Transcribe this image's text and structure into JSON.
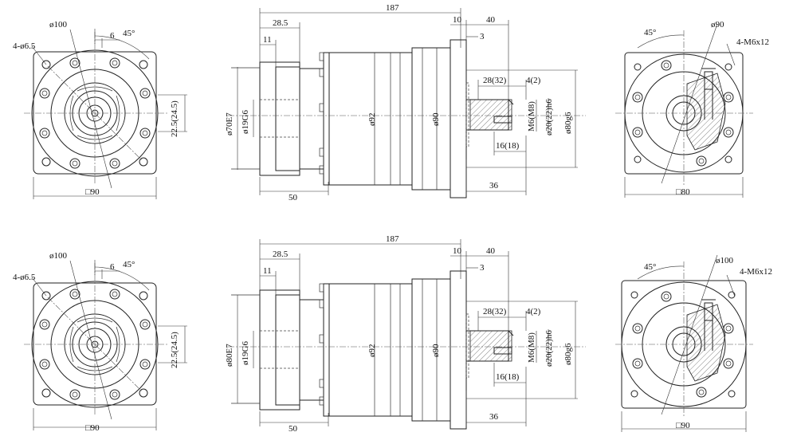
{
  "rows": [
    {
      "left_view": {
        "bolt_holes": "4-ø6.5",
        "pcd": "ø100",
        "angle": "45°",
        "offset": "6",
        "keyway": "22.5(24.5)",
        "square": "□90"
      },
      "side_view": {
        "total_length": "187",
        "flange_depth": "28.5",
        "flange_lip": "11",
        "input_length": "50",
        "collar": "10",
        "shaft_length": "40",
        "shaft_step": "3",
        "key_length": "28(32)",
        "key_offset": "4(2)",
        "key_start": "16(18)",
        "shaft_base": "36",
        "input_pilot": "ø70E7",
        "input_bore": "ø19G6",
        "body_dia": "ø92",
        "housing_dia": "ø90",
        "shaft_thread": "M6(M8)",
        "shaft_dia": "ø20(22)h6",
        "output_pilot": "ø80g6"
      },
      "right_view": {
        "pcd": "ø90",
        "angle": "45°",
        "tapped_holes": "4-M6x12",
        "square": "□80"
      }
    },
    {
      "left_view": {
        "bolt_holes": "4-ø6.5",
        "pcd": "ø100",
        "angle": "45°",
        "offset": "6",
        "keyway": "22.5(24.5)",
        "square": "□90"
      },
      "side_view": {
        "total_length": "187",
        "flange_depth": "28.5",
        "flange_lip": "11",
        "input_length": "50",
        "collar": "10",
        "shaft_length": "40",
        "shaft_step": "3",
        "key_length": "28(32)",
        "key_offset": "4(2)",
        "key_start": "16(18)",
        "shaft_base": "36",
        "input_pilot": "ø80E7",
        "input_bore": "ø19G6",
        "body_dia": "ø92",
        "housing_dia": "ø90",
        "shaft_thread": "M6(M8)",
        "shaft_dia": "ø20(22)h6",
        "output_pilot": "ø80g6"
      },
      "right_view": {
        "pcd": "ø100",
        "angle": "45°",
        "tapped_holes": "4-M6x12",
        "square": "□90"
      }
    }
  ]
}
